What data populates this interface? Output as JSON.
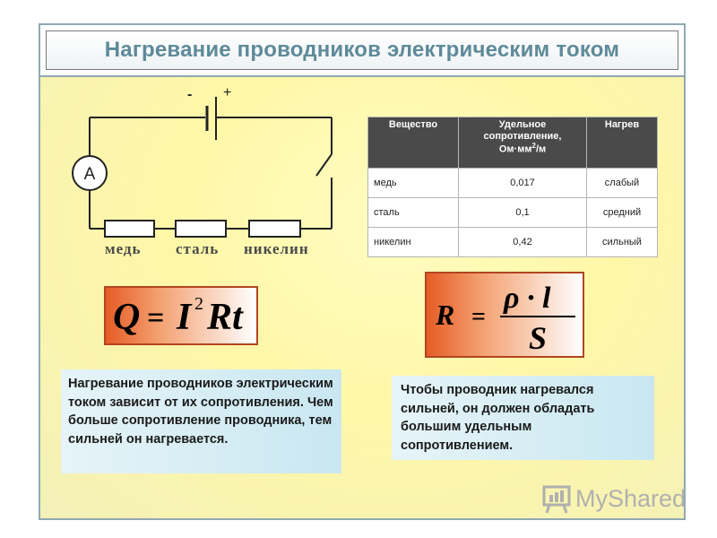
{
  "title": "Нагревание проводников электрическим током",
  "circuit": {
    "minus_sign": "-",
    "plus_sign": "+",
    "ammeter_label": "А",
    "resistors": [
      "медь",
      "сталь",
      "никелин"
    ]
  },
  "table": {
    "headers": [
      "Вещество",
      "Удельное сопротивление, Ом·мм²/м",
      "Нагрев"
    ],
    "rows": [
      {
        "substance": "медь",
        "resistivity": "0,017",
        "heating": "слабый"
      },
      {
        "substance": "сталь",
        "resistivity": "0,1",
        "heating": "средний"
      },
      {
        "substance": "никелин",
        "resistivity": "0,42",
        "heating": "сильный"
      }
    ]
  },
  "formulas": {
    "joule_lenz": {
      "Q": "Q",
      "eq": "=",
      "I": "I",
      "exp": "2",
      "Rt": "Rt"
    },
    "resistance": {
      "R": "R",
      "eq": "=",
      "numerator": "ρ · l",
      "denominator": "S"
    }
  },
  "notes": {
    "left": "Нагревание проводников электрическим током зависит от их сопротивления. Чем больше сопротивление проводника, тем сильней он нагревается.",
    "right": "Чтобы проводник нагревался сильней, он должен обладать большим удельным сопротивлением."
  },
  "watermark": {
    "text": "MyShared",
    "icon": "presentation-board-icon"
  },
  "colors": {
    "title": "#5e8a99",
    "frame_border": "#8fa9b2",
    "formula_border": "#b24520",
    "formula_fill": "#e65c26",
    "note_fill": "#c9e7f1",
    "table_header": "#4a4a4a"
  }
}
